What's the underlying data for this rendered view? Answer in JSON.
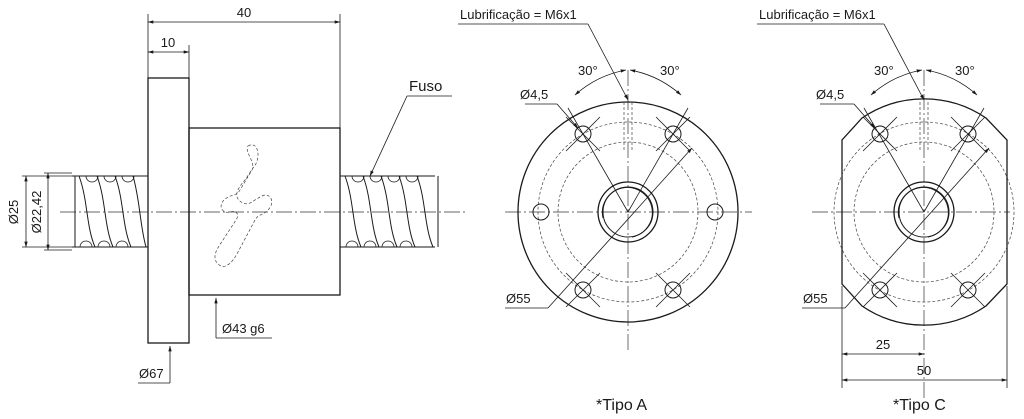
{
  "side_view": {
    "dim_overall_length": "40",
    "dim_flange_width": "10",
    "label_screw": "Fuso",
    "dim_outer_diameter": "Ø25",
    "dim_root_diameter": "Ø22,42",
    "dim_body_diameter": "Ø43 g6",
    "dim_flange_diameter": "Ø67"
  },
  "view_a": {
    "lubrication_label": "Lubrificação = M6x1",
    "angle_left": "30°",
    "angle_right": "30°",
    "hole_diameter": "Ø4,5",
    "bolt_circle": "Ø55",
    "caption": "*Tipo A"
  },
  "view_c": {
    "lubrication_label": "Lubrificação = M6x1",
    "angle_left": "30°",
    "angle_right": "30°",
    "hole_diameter": "Ø4,5",
    "bolt_circle": "Ø55",
    "dim_half_width": "25",
    "dim_width": "50",
    "caption": "*Tipo C"
  }
}
